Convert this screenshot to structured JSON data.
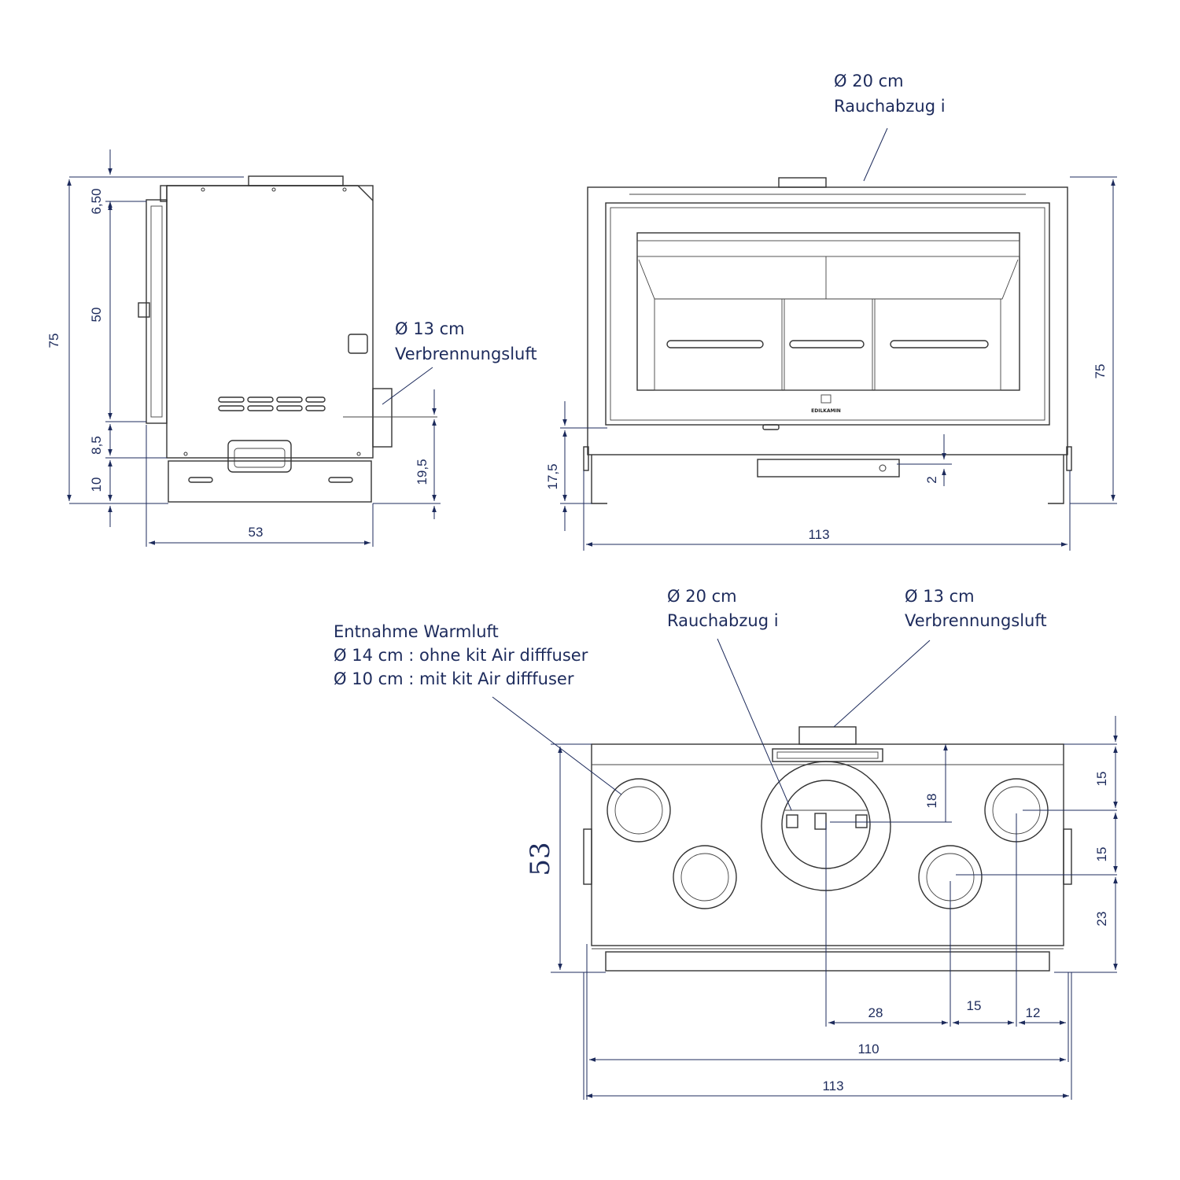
{
  "labels": {
    "top_flue_diameter": "Ø 20 cm",
    "top_flue_name": "Rauchabzug i",
    "side_air_diameter": "Ø 13 cm",
    "side_air_name": "Verbrennungsluft",
    "warm_air_title": "Entnahme Warmluft",
    "warm_air_line1": "Ø 14 cm : ohne kit Air difffuser",
    "warm_air_line2": "Ø 10 cm : mit kit Air difffuser",
    "plan_flue_diameter": "Ø 20 cm",
    "plan_flue_name": "Rauchabzug i",
    "plan_air_diameter": "Ø 13 cm",
    "plan_air_name": "Verbrennungsluft",
    "logo": "EDILKAMIN"
  },
  "dimensions": {
    "side": {
      "total_height": "75",
      "top_offset": "6,50",
      "door_height": "50",
      "lower_band": "8,5",
      "base": "10",
      "air_inlet_height": "19,5",
      "depth": "53"
    },
    "front": {
      "height": "75",
      "base_height": "17,5",
      "offset": "2",
      "width": "113"
    },
    "plan": {
      "depth": "53",
      "right_top": "15",
      "right_mid": "15",
      "right_bottom": "23",
      "flue_offset": "18",
      "dist_a": "28",
      "dist_b": "15",
      "dist_c": "12",
      "inner_width": "110",
      "total_width": "113"
    }
  }
}
